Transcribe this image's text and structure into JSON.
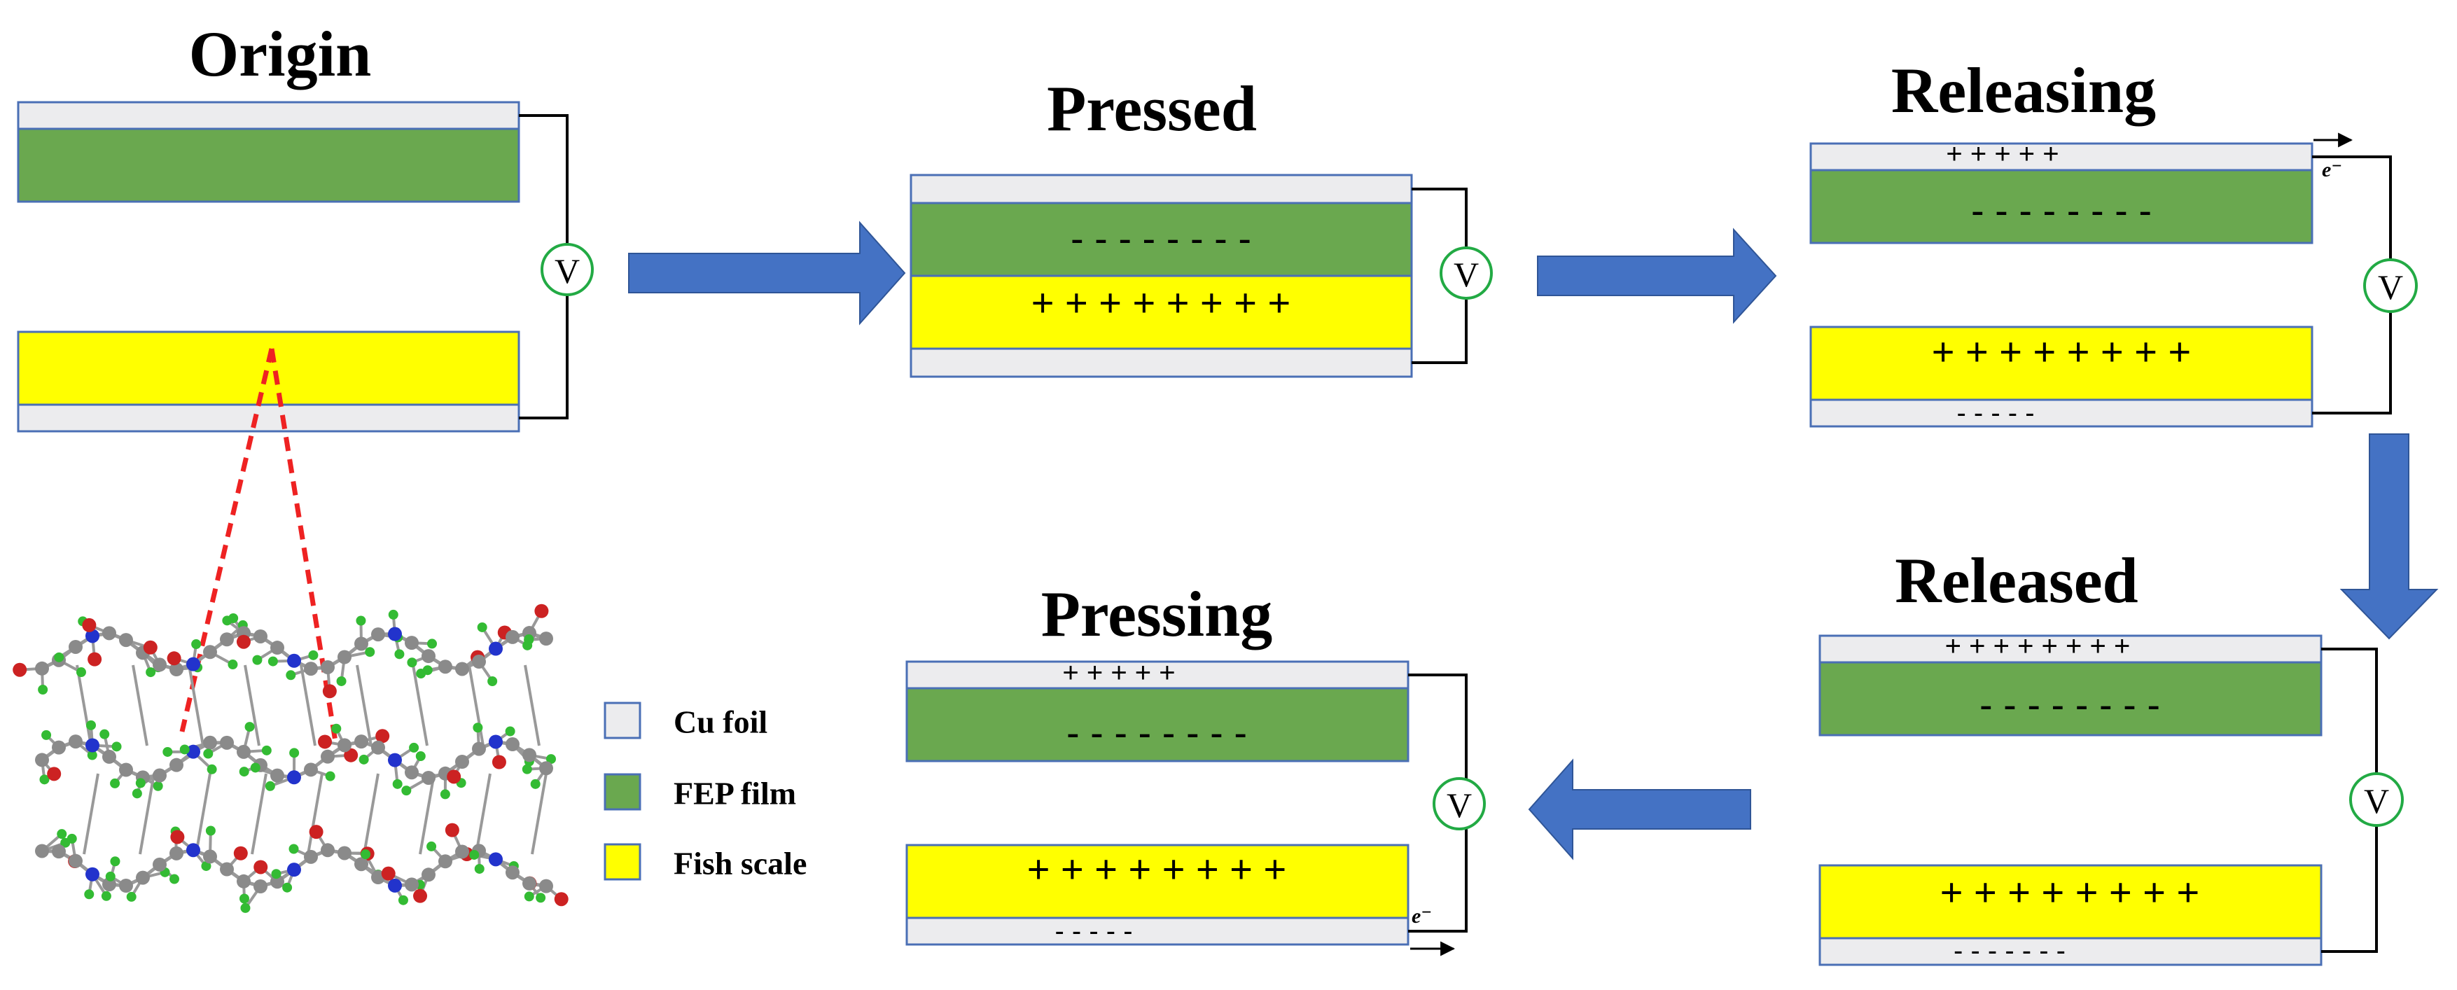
{
  "titles": {
    "origin": "Origin",
    "pressed": "Pressed",
    "releasing": "Releasing",
    "released": "Released",
    "pressing": "Pressing"
  },
  "voltmeter_label": "V",
  "electron_label": "e⁻",
  "charges": {
    "pressed_fep": "-  -  -  -  -  -  -  -",
    "pressed_fish": "+ + + + + + + +",
    "releasing_cu_top": "+ + + + +",
    "releasing_fep": "-  -  -  -  -  -  -  -",
    "releasing_fish": "+ + + + + + + +",
    "releasing_cu_bottom": "- - - - -",
    "released_cu_top": "+ + + + + + + +",
    "released_fep": "-  -  -  -  -  -  -  -",
    "released_fish": "+ + + + + + + +",
    "released_cu_bottom": "- - - - - - -",
    "pressing_cu_top": "+ + + + +",
    "pressing_fep": "-  -  -  -  -  -  -  -",
    "pressing_fish": "+ + + + + + + +",
    "pressing_cu_bottom": "- - - - -"
  },
  "legend": {
    "items": [
      {
        "label": "Cu foil",
        "color": "#ececee"
      },
      {
        "label": "FEP film",
        "color": "#6aa84f"
      },
      {
        "label": "Fish scale",
        "color": "#ffff00"
      }
    ]
  },
  "colors": {
    "cu_foil": "#ececee",
    "fep_film": "#6aa84f",
    "fish_scale": "#ffff00",
    "arrow": "#4472c4",
    "voltmeter": "#22aa44",
    "zoom_line": "#ee2222"
  }
}
